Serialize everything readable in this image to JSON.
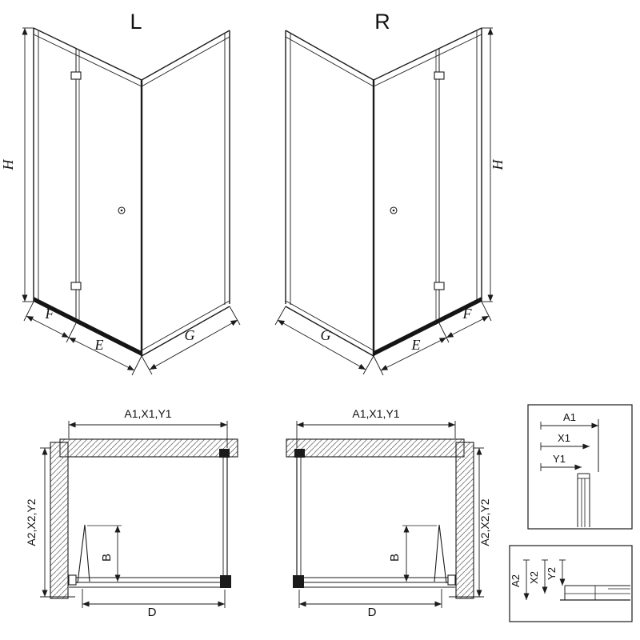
{
  "drawing": {
    "stroke": "#1b1b1b",
    "views3d": {
      "left": {
        "variant": "L",
        "h": "H",
        "f": "F",
        "e": "E",
        "g": "G"
      },
      "right": {
        "variant": "R",
        "h": "H",
        "f": "F",
        "e": "E",
        "g": "G"
      }
    },
    "plans": {
      "left": {
        "top": "A1,X1,Y1",
        "side": "A2,X2,Y2",
        "b": "B",
        "d": "D"
      },
      "right": {
        "top": "A1,X1,Y1",
        "side": "A2,X2,Y2",
        "b": "B",
        "d": "D"
      }
    },
    "details": {
      "wall": {
        "a1": "A1",
        "x1": "X1",
        "y1": "Y1"
      },
      "floor": {
        "a2": "A2",
        "x2": "X2",
        "y2": "Y2"
      }
    }
  }
}
